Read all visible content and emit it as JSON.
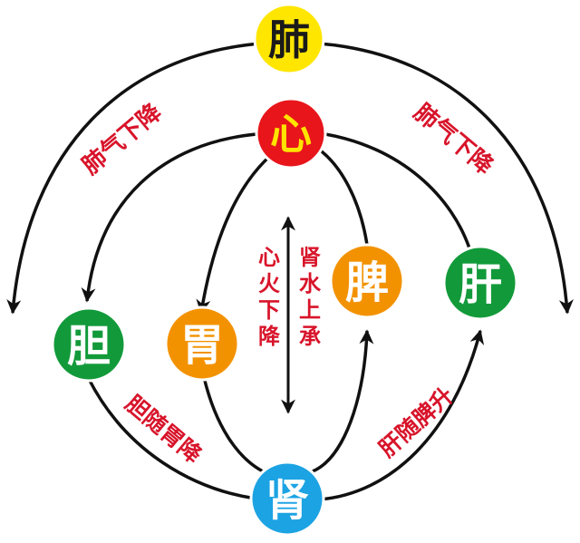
{
  "organs": {
    "lung": {
      "label": "肺",
      "color": "#ffe600",
      "text_color": "#1a1a1a"
    },
    "heart": {
      "label": "心",
      "color": "#e8151b",
      "text_color": "#ffe400"
    },
    "gallbladder": {
      "label": "胆",
      "color": "#129a3a",
      "text_color": "#ffffff"
    },
    "stomach": {
      "label": "胃",
      "color": "#f39200",
      "text_color": "#ffffff"
    },
    "spleen": {
      "label": "脾",
      "color": "#f39200",
      "text_color": "#ffffff"
    },
    "liver": {
      "label": "肝",
      "color": "#129a3a",
      "text_color": "#ffffff"
    },
    "kidney": {
      "label": "肾",
      "color": "#1ca3e3",
      "text_color": "#ffffff"
    }
  },
  "labels": {
    "lung_qi_left": "肺气下降",
    "lung_qi_right": "肺气下降",
    "heart_fire": [
      "心",
      "火",
      "下",
      "降"
    ],
    "kidney_water": [
      "肾",
      "水",
      "上",
      "承"
    ],
    "gallbladder_stomach": "胆随胃降",
    "liver_spleen": "肝随脾升"
  },
  "colors": {
    "accent_red": "#d8142a",
    "line": "#111111"
  }
}
